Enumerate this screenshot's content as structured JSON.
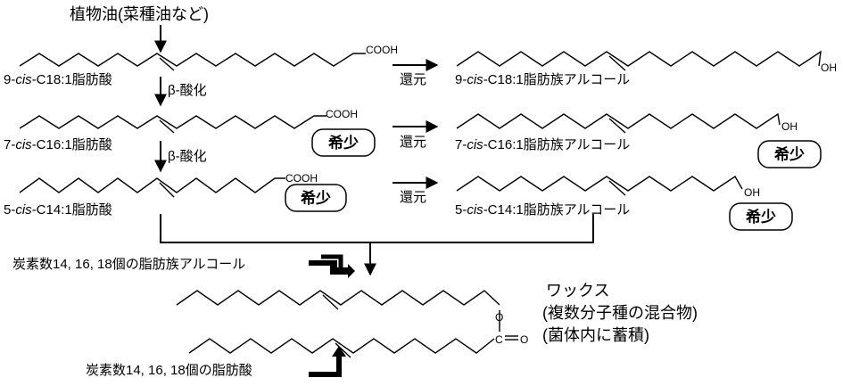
{
  "source_label": "植物油(菜種油など)",
  "steps": {
    "beta_oxidation_1": "β-酸化",
    "beta_oxidation_2": "β-酸化",
    "reduction_1": "還元",
    "reduction_2": "還元",
    "reduction_3": "還元"
  },
  "acids": [
    {
      "name_pre": "9-",
      "name_ital": "cis",
      "name_post": "-C18:1脂肪酸",
      "group": "COOH"
    },
    {
      "name_pre": "7-",
      "name_ital": "cis",
      "name_post": "-C16:1脂肪酸",
      "group": "COOH"
    },
    {
      "name_pre": "5-",
      "name_ital": "cis",
      "name_post": "-C14:1脂肪酸",
      "group": "COOH"
    }
  ],
  "alcohols": [
    {
      "name_pre": "9-",
      "name_ital": "cis",
      "name_post": "-C18:1脂肪族アルコール",
      "group": "OH"
    },
    {
      "name_pre": "7-",
      "name_ital": "cis",
      "name_post": "-C16:1脂肪族アルコール",
      "group": "OH"
    },
    {
      "name_pre": "5-",
      "name_ital": "cis",
      "name_post": "-C14:1脂肪族アルコール",
      "group": "OH"
    }
  ],
  "rare_badge": "希少",
  "wax": {
    "alcohol_input": "炭素数14, 16, 18個の脂肪族アルコール",
    "acid_input": "炭素数14, 16, 18個の脂肪酸",
    "ester_o": "O",
    "ester_c": "C",
    "ester_dbl_o": "O",
    "title": "ワックス",
    "line1": "(複数分子種の混合物)",
    "line2": "(菌体内に蓄積)"
  }
}
